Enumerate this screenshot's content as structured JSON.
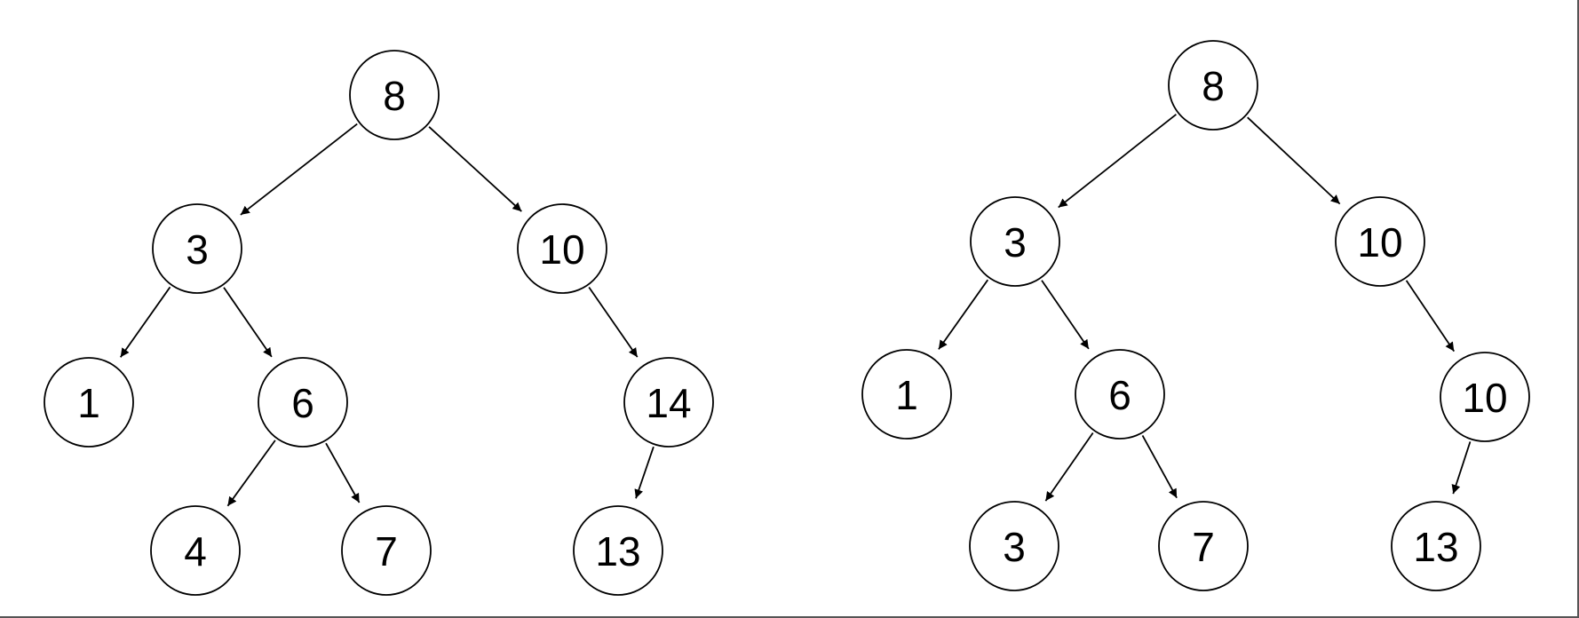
{
  "diagram": {
    "trees": [
      {
        "id": "left",
        "nodes": [
          {
            "id": "a",
            "label": "8"
          },
          {
            "id": "b",
            "label": "3"
          },
          {
            "id": "c",
            "label": "10"
          },
          {
            "id": "d",
            "label": "1"
          },
          {
            "id": "e",
            "label": "6"
          },
          {
            "id": "f",
            "label": "14"
          },
          {
            "id": "g",
            "label": "4"
          },
          {
            "id": "h",
            "label": "7"
          },
          {
            "id": "i",
            "label": "13"
          }
        ],
        "edges": [
          {
            "from": "a",
            "to": "b"
          },
          {
            "from": "a",
            "to": "c"
          },
          {
            "from": "b",
            "to": "d"
          },
          {
            "from": "b",
            "to": "e"
          },
          {
            "from": "c",
            "to": "f"
          },
          {
            "from": "e",
            "to": "g"
          },
          {
            "from": "e",
            "to": "h"
          },
          {
            "from": "f",
            "to": "i"
          }
        ]
      },
      {
        "id": "right",
        "nodes": [
          {
            "id": "a",
            "label": "8"
          },
          {
            "id": "b",
            "label": "3"
          },
          {
            "id": "c",
            "label": "10"
          },
          {
            "id": "d",
            "label": "1"
          },
          {
            "id": "e",
            "label": "6"
          },
          {
            "id": "f",
            "label": "10"
          },
          {
            "id": "g",
            "label": "3"
          },
          {
            "id": "h",
            "label": "7"
          },
          {
            "id": "i",
            "label": "13"
          }
        ],
        "edges": [
          {
            "from": "a",
            "to": "b"
          },
          {
            "from": "a",
            "to": "c"
          },
          {
            "from": "b",
            "to": "d"
          },
          {
            "from": "b",
            "to": "e"
          },
          {
            "from": "c",
            "to": "f"
          },
          {
            "from": "e",
            "to": "g"
          },
          {
            "from": "e",
            "to": "h"
          },
          {
            "from": "f",
            "to": "i"
          }
        ]
      }
    ]
  }
}
